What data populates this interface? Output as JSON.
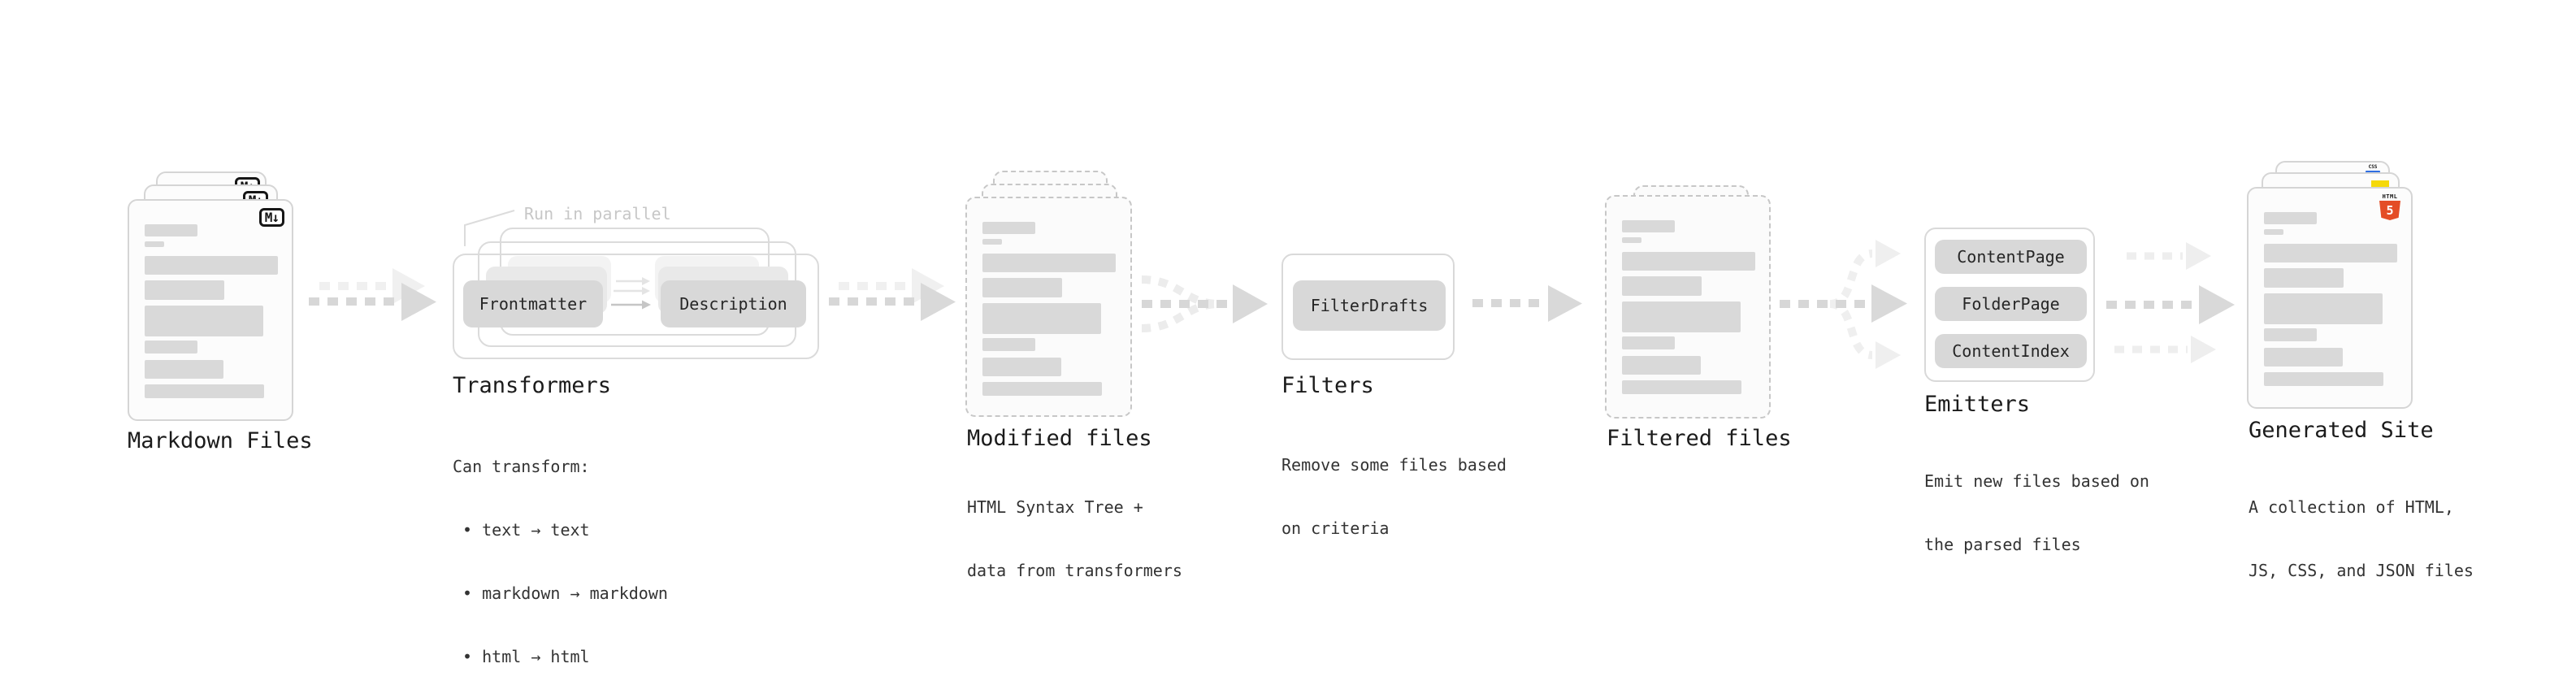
{
  "stages": {
    "markdown": {
      "label": "Markdown Files",
      "file_badge": "M↓"
    },
    "transformers": {
      "label": "Transformers",
      "note": "Run in parallel",
      "pills": [
        "Frontmatter",
        "Description"
      ],
      "lines": [
        "Can transform:",
        " • text → text",
        " • markdown → markdown",
        " • html → html"
      ]
    },
    "modified": {
      "label": "Modified files",
      "lines": [
        "HTML Syntax Tree +",
        "data from transformers"
      ]
    },
    "filters": {
      "label": "Filters",
      "pills": [
        "FilterDrafts"
      ],
      "lines": [
        "Remove some files based",
        "on criteria"
      ]
    },
    "filtered": {
      "label": "Filtered files"
    },
    "emitters": {
      "label": "Emitters",
      "pills": [
        "ContentPage",
        "FolderPage",
        "ContentIndex"
      ],
      "lines": [
        "Emit new files based on",
        "the parsed files"
      ]
    },
    "generated": {
      "label": "Generated Site",
      "lines": [
        "A collection of HTML,",
        "JS, CSS, and JSON files"
      ],
      "badges": {
        "html_word": "HTML",
        "html_number": "5",
        "css": "CSS"
      }
    }
  },
  "colors": {
    "html5_orange": "#e44d26",
    "js_yellow": "#f5d90a",
    "css_blue": "#2f6ee2",
    "skeleton_gray": "#d9d9d9",
    "arrow_gray": "#d7d7d7",
    "arrow_ghost_gray": "#f0f0f0",
    "note_gray": "#c7c7c7"
  }
}
